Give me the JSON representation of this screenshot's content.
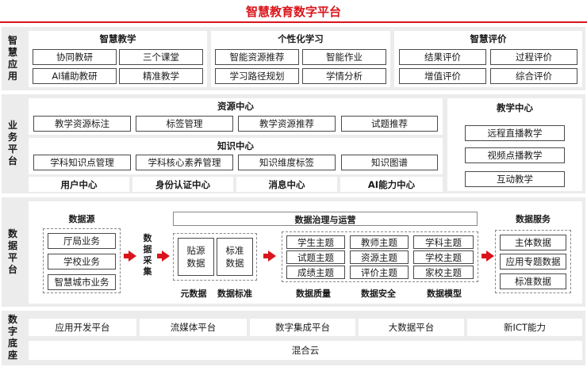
{
  "title": "智慧教育数字平台",
  "smart_app": {
    "label": "智慧应用",
    "groups": [
      {
        "title": "智慧教学",
        "items": [
          "协同教研",
          "三个课堂",
          "AI辅助教研",
          "精准教学"
        ]
      },
      {
        "title": "个性化学习",
        "items": [
          "智能资源推荐",
          "智能作业",
          "学习路径规划",
          "学情分析"
        ]
      },
      {
        "title": "智慧评价",
        "items": [
          "结果评价",
          "过程评价",
          "增值评价",
          "综合评价"
        ]
      }
    ]
  },
  "business": {
    "label": "业务平台",
    "resource_center": {
      "title": "资源中心",
      "items": [
        "教学资源标注",
        "标签管理",
        "教学资源推荐",
        "试题推荐"
      ]
    },
    "knowledge_center": {
      "title": "知识中心",
      "items": [
        "学科知识点管理",
        "学科核心素养管理",
        "知识维度标签",
        "知识图谱"
      ]
    },
    "bottom": [
      "用户中心",
      "身份认证中心",
      "消息中心",
      "AI能力中心"
    ],
    "teaching_center": {
      "title": "教学中心",
      "items": [
        "远程直播教学",
        "视频点播教学",
        "互动教学"
      ]
    }
  },
  "data": {
    "label": "数据平台",
    "source": {
      "title": "数据源",
      "items": [
        "厅局业务",
        "学校业务",
        "智慧城市业务"
      ]
    },
    "collect": "数据采集",
    "governance": {
      "title": "数据治理与运营",
      "meta": [
        "贴源数据",
        "标准数据"
      ],
      "meta_labels": [
        "元数据",
        "数据标准"
      ],
      "topics": [
        "学生主题",
        "教师主题",
        "学科主题",
        "试题主题",
        "资源主题",
        "学校主题",
        "成绩主题",
        "评价主题",
        "家校主题"
      ],
      "topic_labels": [
        "数据质量",
        "数据安全",
        "数据模型"
      ]
    },
    "service": {
      "title": "数据服务",
      "items": [
        "主体数据",
        "应用专题数据",
        "标准数据"
      ]
    }
  },
  "base": {
    "label": "数字底座",
    "items": [
      "应用开发平台",
      "流媒体平台",
      "数字集成平台",
      "大数据平台",
      "新ICT能力"
    ],
    "cloud": "混合云"
  },
  "colors": {
    "accent": "#d9151b",
    "band": "#ececec"
  }
}
